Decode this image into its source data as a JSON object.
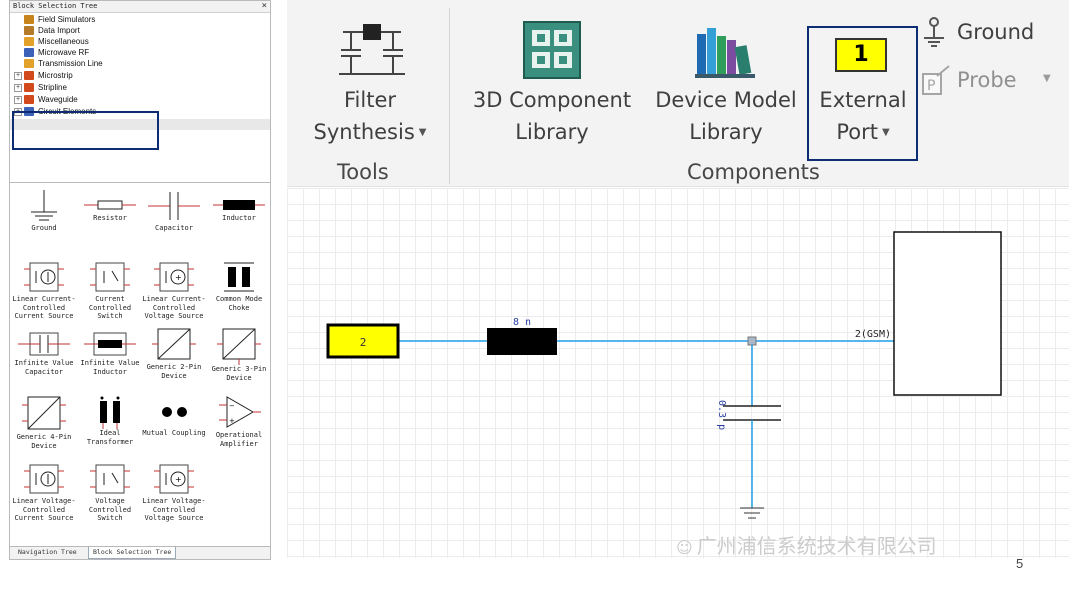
{
  "tree": {
    "header": "Block Selection Tree",
    "close": "×",
    "items": [
      {
        "label": "Field Simulators",
        "color": "#c8841c"
      },
      {
        "label": "Data Import",
        "color": "#b57a2a"
      },
      {
        "label": "Miscellaneous",
        "color": "#e2a12b"
      },
      {
        "label": "Microwave RF",
        "color": "#3b62b8"
      },
      {
        "label": "Transmission Line",
        "color": "#e2a12b"
      },
      {
        "label": "Microstrip",
        "color": "#d24a1c"
      },
      {
        "label": "Stripline",
        "color": "#d24a1c"
      },
      {
        "label": "Waveguide",
        "color": "#d24a1c"
      },
      {
        "label": "Circuit Elements",
        "color": "#3b62b8"
      }
    ]
  },
  "palette": {
    "items": [
      {
        "label": "Ground"
      },
      {
        "label": "Resistor"
      },
      {
        "label": "Capacitor"
      },
      {
        "label": "Inductor"
      },
      {
        "label": "Linear Current-\nControlled\nCurrent Source"
      },
      {
        "label": "Current\nControlled\nSwitch"
      },
      {
        "label": "Linear Current-\nControlled\nVoltage Source"
      },
      {
        "label": "Common Mode\nChoke"
      },
      {
        "label": "Infinite Value\nCapacitor"
      },
      {
        "label": "Infinite Value\nInductor"
      },
      {
        "label": "Generic 2-Pin\nDevice"
      },
      {
        "label": "Generic 3-Pin\nDevice"
      },
      {
        "label": "Generic 4-Pin\nDevice"
      },
      {
        "label": "Ideal\nTransformer"
      },
      {
        "label": "Mutual Coupling"
      },
      {
        "label": "Operational\nAmplifier"
      },
      {
        "label": "Linear Voltage-\nControlled\nCurrent Source"
      },
      {
        "label": "Voltage\nControlled\nSwitch"
      },
      {
        "label": "Linear Voltage-\nControlled\nVoltage Source"
      }
    ]
  },
  "tabs": {
    "navigation": "Navigation Tree",
    "block_selection": "Block Selection Tree"
  },
  "ribbon": {
    "filter_synthesis": {
      "line1": "Filter",
      "line2": "Synthesis"
    },
    "component_library": {
      "line1": "3D Component",
      "line2": "Library"
    },
    "device_model_library": {
      "line1": "Device Model",
      "line2": "Library"
    },
    "external_port": {
      "line1": "External",
      "line2": "Port",
      "icon_text": "1"
    },
    "ground": "Ground",
    "probe": "Probe",
    "group_tools": "Tools",
    "group_components": "Components",
    "dropdown_caret": "▼"
  },
  "schematic": {
    "port_number": "2",
    "inductor_value": "8 n",
    "capacitor_value": "0.3 p",
    "device_pin_label": "2(GSM)"
  },
  "colors": {
    "port_fill": "#ffff00",
    "wire": "#1e9ee8",
    "selection_box": "#0d2c73"
  },
  "watermark": "广州浦信系统技术有限公司",
  "page_number": "5"
}
